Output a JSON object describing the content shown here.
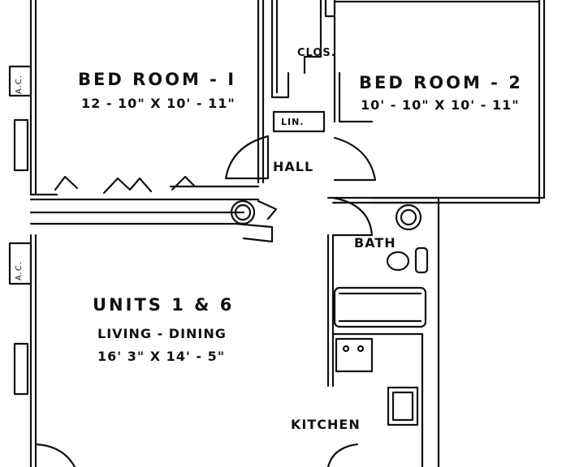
{
  "rooms": {
    "bedroom1": {
      "name": "BED ROOM - I",
      "size": "12 - 10\" X 10' - 11\""
    },
    "bedroom2": {
      "name": "BED ROOM - 2",
      "size": "10' - 10\" X 10' - 11\""
    },
    "closet": "CLOS.",
    "linen": "LIN.",
    "hall": "HALL",
    "bath": "BATH",
    "kitchen": "KITCHEN",
    "units": "UNITS 1 & 6",
    "living": {
      "name": "LIVING - DINING",
      "size": "16' 3\" X 14' - 5\""
    }
  },
  "ac_labels": [
    "A.C.",
    "A.C."
  ]
}
